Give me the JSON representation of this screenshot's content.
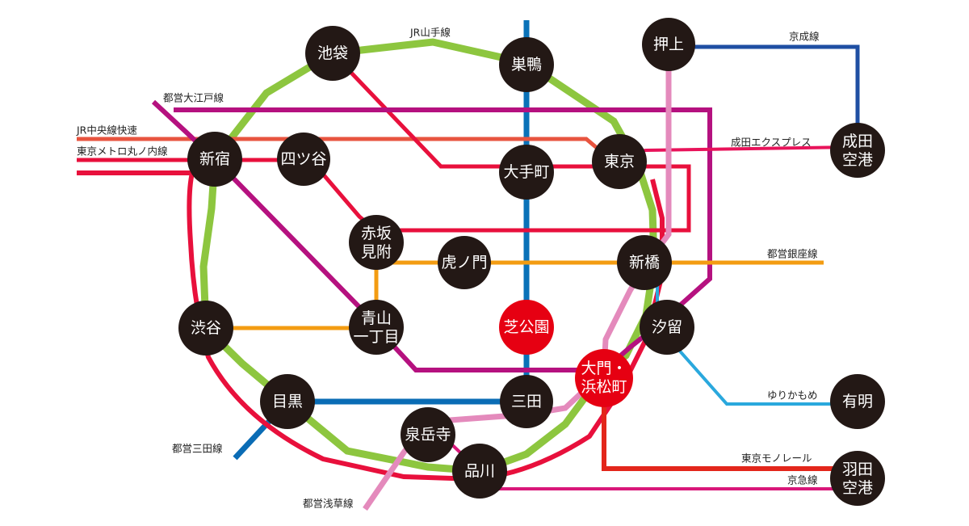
{
  "colors": {
    "yamanote": "#8dc63f",
    "oedo": "#b5117f",
    "chuo_rapid": "#e8543f",
    "marunouchi": "#e8103c",
    "mita": "#0a6cb5",
    "asakusa": "#e48abc",
    "keisei": "#1f4fa3",
    "narita_express": "#e8135a",
    "ginza": "#f39c12",
    "yurikamome": "#2aa8dd",
    "monorail": "#e3261b",
    "keikyu": "#d9177a",
    "hibiya_blue": "#0a72b8",
    "station_fill": "#231815",
    "highlight_fill": "#e60012"
  },
  "line_labels": {
    "yamanote": "JR山手線",
    "oedo": "都営大江戸線",
    "chuo_rapid": "JR中央線快速",
    "marunouchi": "東京メトロ丸ノ内線",
    "keisei": "京成線",
    "narita_express": "成田エクスプレス",
    "ginza": "都営銀座線",
    "yurikamome": "ゆりかもめ",
    "monorail": "東京モノレール",
    "keikyu": "京急線",
    "mita": "都営三田線",
    "asakusa": "都営浅草線"
  },
  "stations": {
    "ikebukuro": [
      "池袋"
    ],
    "sugamo": [
      "巣鴨"
    ],
    "oshiage": [
      "押上"
    ],
    "shinjuku": [
      "新宿"
    ],
    "yotsuya": [
      "四ツ谷"
    ],
    "otemachi": [
      "大手町"
    ],
    "tokyo": [
      "東京"
    ],
    "narita": [
      "成田",
      "空港"
    ],
    "akasaka": [
      "赤坂",
      "見附"
    ],
    "toranomon": [
      "虎ノ門"
    ],
    "shinbashi": [
      "新橋"
    ],
    "shibuya": [
      "渋谷"
    ],
    "aoyama": [
      "青山",
      "一丁目"
    ],
    "shibakoen": [
      "芝公園"
    ],
    "shiodome": [
      "汐留"
    ],
    "daimon": [
      "大門・",
      "浜松町"
    ],
    "meguro": [
      "目黒"
    ],
    "mita": [
      "三田"
    ],
    "ariake": [
      "有明"
    ],
    "sengakuji": [
      "泉岳寺"
    ],
    "shinagawa": [
      "品川"
    ],
    "haneda": [
      "羽田",
      "空港"
    ]
  }
}
